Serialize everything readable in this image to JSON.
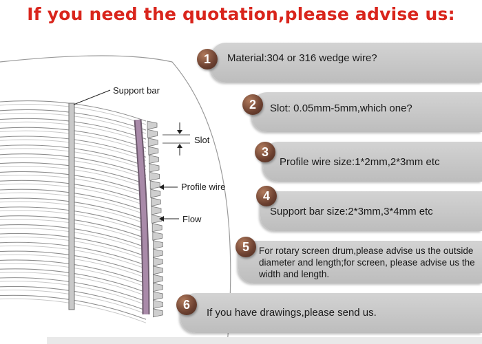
{
  "title": "If you need the quotation,please advise us:",
  "diagram": {
    "labels": {
      "support_bar": "Support bar",
      "slot": "Slot",
      "profile_wire": "Profile wire",
      "flow": "Flow"
    }
  },
  "steps": [
    {
      "number": "1",
      "text": "Material:304 or 316 wedge wire?"
    },
    {
      "number": "2",
      "text": "Slot: 0.05mm-5mm,which one?"
    },
    {
      "number": "3",
      "text": "Profile wire size:1*2mm,2*3mm etc"
    },
    {
      "number": "4",
      "text": "Support bar size:2*3mm,3*4mm etc"
    },
    {
      "number": "5",
      "text": "For rotary screen drum,please advise us the outside diameter and length;for screen, please advise us the width and length."
    },
    {
      "number": "6",
      "text": "If you have drawings,please send us."
    }
  ]
}
